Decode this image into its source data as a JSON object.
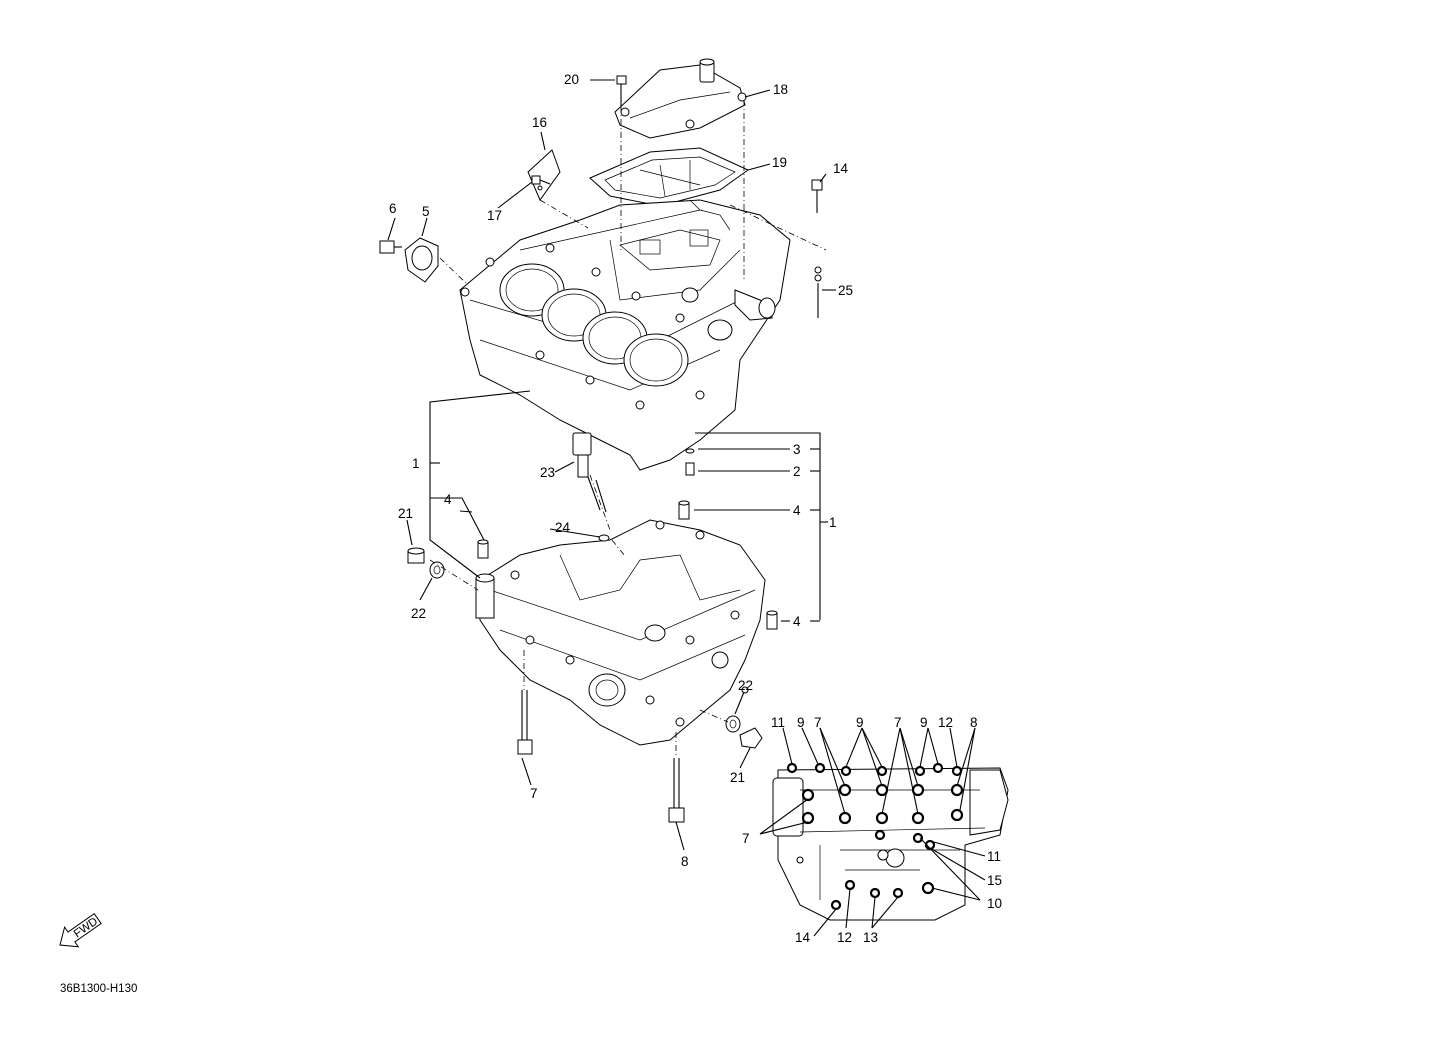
{
  "callouts": {
    "c1a": "1",
    "c1b": "1",
    "c2": "2",
    "c3": "3",
    "c4a": "4",
    "c4b": "4",
    "c4c": "4",
    "c5": "5",
    "c6": "6",
    "c7a": "7",
    "c7b": "7",
    "c7c": "7",
    "c7d": "7",
    "c8a": "8",
    "c8b": "8",
    "c9a": "9",
    "c9b": "9",
    "c9c": "9",
    "c10": "10",
    "c11a": "11",
    "c11b": "11",
    "c12a": "12",
    "c12b": "12",
    "c13": "13",
    "c14a": "14",
    "c14b": "14",
    "c15": "15",
    "c16": "16",
    "c17": "17",
    "c18": "18",
    "c19": "19",
    "c20": "20",
    "c21a": "21",
    "c21b": "21",
    "c22a": "22",
    "c22b": "22",
    "c23": "23",
    "c24": "24",
    "c25": "25"
  },
  "fwd_arrow_label": "FWD",
  "diagram_code": "36B1300-H130",
  "icons": {
    "direction": "fwd-arrow-icon"
  }
}
